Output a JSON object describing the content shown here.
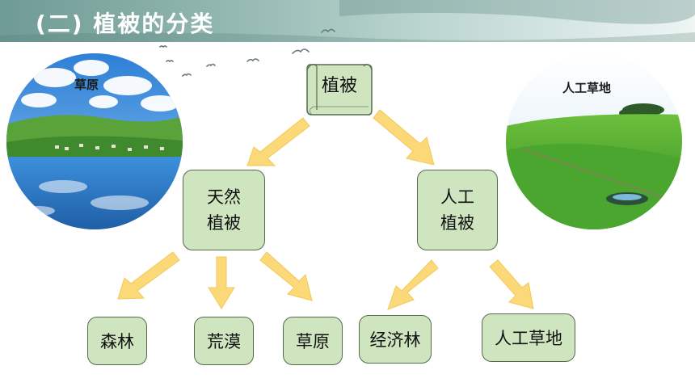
{
  "header": {
    "title": "(二) 植被的分类"
  },
  "photos": {
    "left_label": "草原",
    "right_label": "人工草地"
  },
  "tree": {
    "root": "植被",
    "natural": "天然\n植被",
    "artificial": "人工\n植被",
    "leaves": {
      "forest": "森林",
      "desert": "荒漠",
      "grassland": "草原",
      "economic_forest": "经济林",
      "artificial_grassland": "人工草地"
    }
  },
  "colors": {
    "node_fill": "#cfe5c0",
    "node_border": "#556b50",
    "arrow": "#fbd978"
  }
}
